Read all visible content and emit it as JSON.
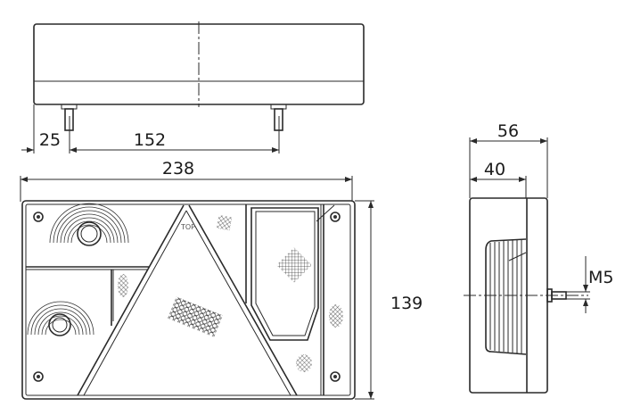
{
  "drawing": {
    "top_view": {
      "dim_offset": "25",
      "dim_spacing": "152"
    },
    "front_view": {
      "dim_width": "238",
      "dim_height": "139",
      "lens_label": "TOP"
    },
    "side_view": {
      "dim_depth_total": "56",
      "dim_depth_body": "40",
      "thread_label": "M5"
    }
  }
}
